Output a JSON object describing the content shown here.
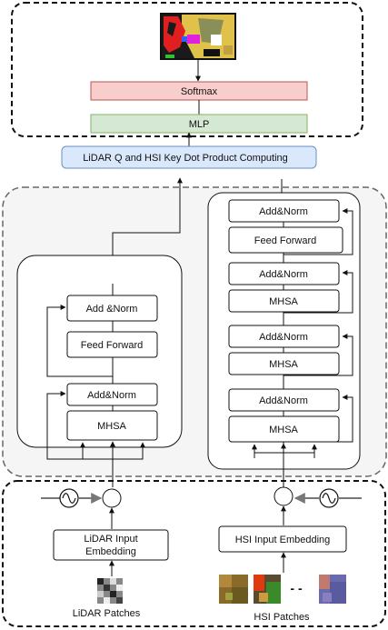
{
  "boxes": {
    "softmax": "Softmax",
    "mlp": "MLP",
    "dot_product": "LiDAR Q  and HSI Key Dot Product Computing",
    "lidar_add_norm_top": "Add &Norm",
    "lidar_feed_forward": "Feed Forward",
    "lidar_add_norm_bottom": "Add&Norm",
    "lidar_mhsa": "MHSA",
    "hsi_add_norm_1": "Add&Norm",
    "hsi_feed_forward": "Feed Forward",
    "hsi_add_norm_2": "Add&Norm",
    "hsi_mhsa_1": "MHSA",
    "hsi_add_norm_3": "Add&Norm",
    "hsi_mhsa_2": "MHSA",
    "hsi_add_norm_4": "Add&Norm",
    "hsi_mhsa_3": "MHSA",
    "lidar_embedding_line1": "LiDAR Input",
    "lidar_embedding_line2": "Embedding",
    "hsi_embedding": "HSI Input Embedding",
    "hsi_ellipsis": "- -"
  },
  "labels": {
    "lidar_patches": "LiDAR Patches",
    "hsi_patches": "HSI Patches"
  },
  "icons": {
    "positional_encoding": "sine-wave-icon",
    "combiner": "circle-add-icon",
    "output_map": "classification-map-image"
  },
  "colors": {
    "softmax_fill": "#f8cecc",
    "softmax_stroke": "#b85450",
    "mlp_fill": "#d5e8d4",
    "mlp_stroke": "#82b366",
    "dot_fill": "#dae8fc",
    "dot_stroke": "#6c8ebf",
    "encoder_bg": "#f5f5f5"
  }
}
